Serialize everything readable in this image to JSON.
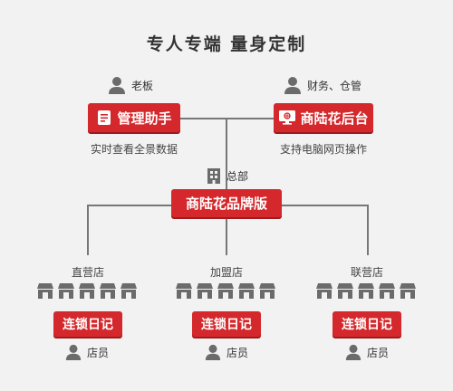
{
  "title": "专人专端  量身定制",
  "boss": {
    "role": "老板",
    "app": "管理助手",
    "caption": "实时查看全景数据"
  },
  "finance": {
    "role": "财务、仓管",
    "app": "商陆花后台",
    "caption": "支持电脑网页操作"
  },
  "hq": {
    "role": "总部",
    "app": "商陆花品牌版"
  },
  "branches": [
    {
      "label": "直营店",
      "app": "连锁日记",
      "staff": "店员"
    },
    {
      "label": "加盟店",
      "app": "连锁日记",
      "staff": "店员"
    },
    {
      "label": "联营店",
      "app": "连锁日记",
      "staff": "店员"
    }
  ],
  "colors": {
    "accent": "#d4282c",
    "line": "#777777",
    "icon": "#6b6b6b"
  }
}
